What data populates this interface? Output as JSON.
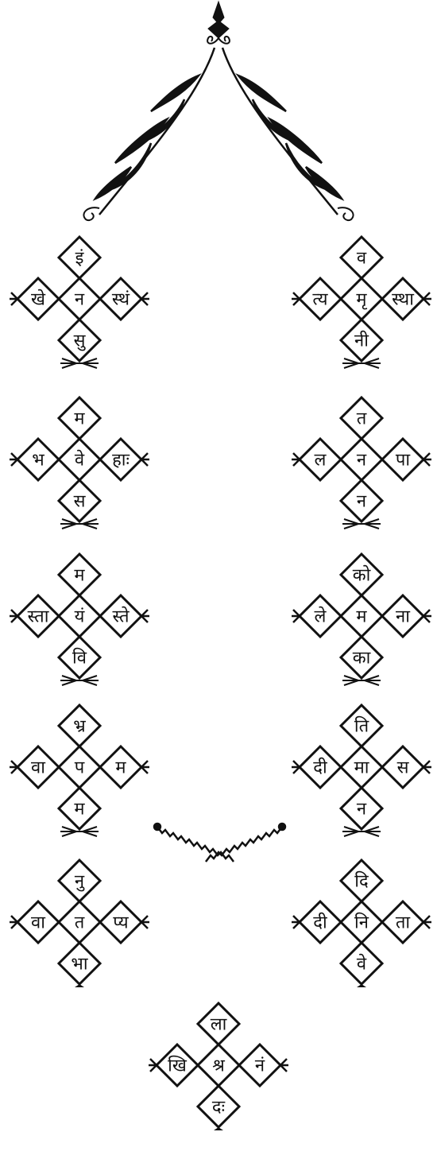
{
  "figure": {
    "left": {
      "cross1": {
        "top": "इं",
        "left": "खे",
        "center": "न",
        "right": "स्थं",
        "bottom": "सु"
      },
      "cross2": {
        "top": "म",
        "left": "भ",
        "center": "वे",
        "right": "हाः",
        "bottom": "स"
      },
      "cross3": {
        "top": "म",
        "left": "स्ता",
        "center": "यं",
        "right": "स्ते",
        "bottom": "वि"
      },
      "cross4": {
        "top": "भ्र",
        "left": "वा",
        "center": "प",
        "right": "म",
        "bottom": "म"
      },
      "cross5": {
        "top": "नु",
        "left": "वा",
        "center": "त",
        "right": "प्य",
        "bottom": "भा"
      }
    },
    "right": {
      "cross1": {
        "top": "व",
        "left": "त्य",
        "center": "मृ",
        "right": "स्था",
        "bottom": "नी"
      },
      "cross2": {
        "top": "त",
        "left": "ल",
        "center": "न",
        "right": "पा",
        "bottom": "न"
      },
      "cross3": {
        "top": "को",
        "left": "ले",
        "center": "म",
        "right": "ना",
        "bottom": "का"
      },
      "cross4": {
        "top": "ति",
        "left": "दी",
        "center": "मा",
        "right": "स",
        "bottom": "न"
      },
      "cross5": {
        "top": "दि",
        "left": "दी",
        "center": "नि",
        "right": "ता",
        "bottom": "वे"
      }
    },
    "bottom": {
      "top": "ला",
      "left": "खि",
      "center": "श्र",
      "right": "नं",
      "bottom": "दः"
    }
  },
  "colors": {
    "ink": "#111111",
    "paper": "#ffffff"
  }
}
